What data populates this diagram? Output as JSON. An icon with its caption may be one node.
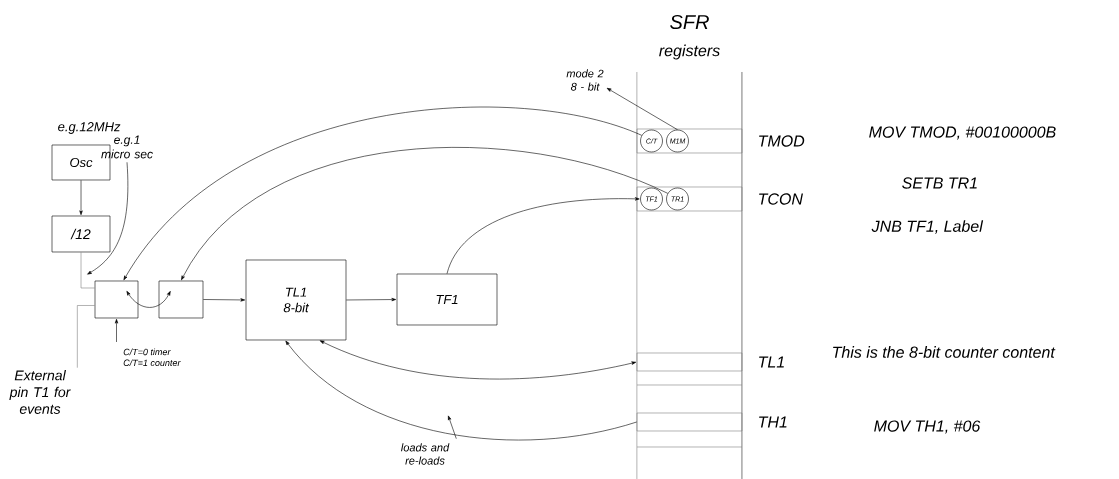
{
  "diagram": {
    "nodes": [
      {
        "text": [
          "Osc"
        ]
      },
      {
        "text": [
          "/12"
        ]
      },
      {
        "text": [],
        "shape": "box"
      },
      {
        "text": [],
        "shape": "box"
      },
      {
        "text": [
          "TL1",
          "8-bit"
        ]
      },
      {
        "text": [
          "TF1"
        ]
      },
      {
        "text": [
          "SFR",
          "registers"
        ]
      },
      {
        "text": [],
        "shape": "box",
        "in": 6,
        "beside": [
          "TMOD"
        ]
      },
      {
        "text": [
          "C/T"
        ],
        "in": 7
      },
      {
        "text": [
          "M1M"
        ],
        "in": 7
      },
      {
        "text": [],
        "shape": "box",
        "in": 6,
        "beside": [
          "TCON"
        ]
      },
      {
        "text": [
          "TF1"
        ],
        "in": 10
      },
      {
        "text": [
          "TR1"
        ],
        "in": 10
      },
      {
        "text": [],
        "shape": "box",
        "in": 6,
        "beside": [
          "TL1"
        ]
      },
      {
        "text": [],
        "shape": "box",
        "in": 6,
        "beside": [
          "TH1"
        ]
      },
      {
        "text": [
          "mode 2 8 - bit"
        ]
      },
      {
        "text": [
          "e.g.1 micro sec"
        ]
      },
      {
        "text": [
          "External pin T1 for events"
        ]
      },
      {
        "text": [
          "C/T=0 timer",
          "C/T=1 counter"
        ]
      },
      {
        "text": [
          "loads and re-loads"
        ]
      }
    ],
    "edges": [
      {
        "from": 0,
        "to": 1,
        "arrow": "to"
      },
      {
        "from": 1,
        "to": 2,
        "arrow": "none",
        "color": "#808080"
      },
      {
        "from": 17,
        "to": 2,
        "arrow": "none",
        "color": "#808080"
      },
      {
        "from": 18,
        "to": 2,
        "arrow": "to"
      },
      {
        "from": 16,
        "to": 2,
        "arrow": "to"
      },
      {
        "from": 8,
        "to": 2,
        "arrow": "to"
      },
      {
        "from": 12,
        "to": 3,
        "arrow": "to"
      },
      {
        "from": 2,
        "to": 3,
        "arrow": "both"
      },
      {
        "from": 3,
        "to": 4,
        "arrow": "to"
      },
      {
        "from": 4,
        "to": 5,
        "arrow": "to"
      },
      {
        "from": 5,
        "to": 11,
        "arrow": "to"
      },
      {
        "from": 4,
        "to": 13,
        "arrow": "both"
      },
      {
        "from": 14,
        "to": 4,
        "arrow": "to"
      },
      {
        "from": 9,
        "to": 15,
        "arrow": "to"
      },
      {
        "from": 19,
        "to": null,
        "arrow": "to"
      }
    ],
    "labels": [
      "e.g.12MHz",
      "MOV TMOD, #00100000B",
      "SETB TR1",
      "JNB TF1, Label",
      "This is the 8-bit counter content",
      "MOV TH1, #06"
    ]
  }
}
